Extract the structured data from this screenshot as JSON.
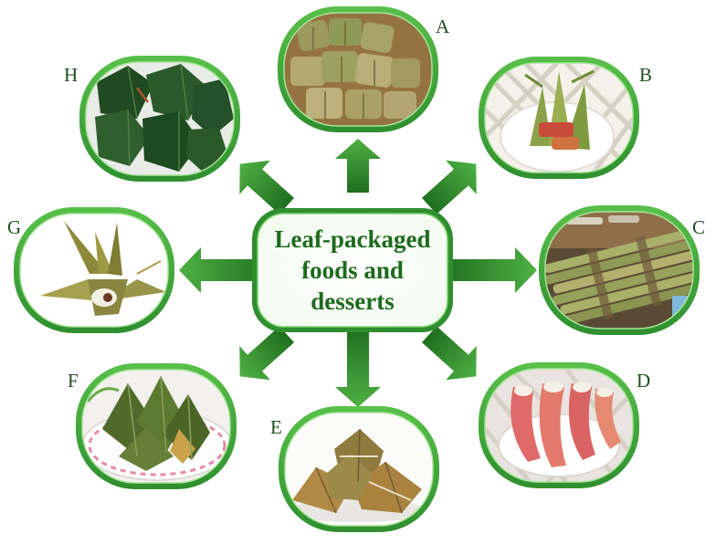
{
  "center": {
    "title_line1": "Leaf-packaged",
    "title_line2": "foods and",
    "title_line3": "desserts"
  },
  "colors": {
    "arrow_dark": "#1f6e1f",
    "arrow_light": "#4fb043",
    "frame_outer": "#2f8f2f",
    "frame_inner": "#7fd46f",
    "text": "#1d6a1d"
  },
  "panels": [
    {
      "label": "A",
      "icon": "square-leaf-parcels-in-basket-icon"
    },
    {
      "label": "B",
      "icon": "tall-leaf-cones-in-bowl-icon"
    },
    {
      "label": "C",
      "icon": "bundled-leaf-sticks-icon"
    },
    {
      "label": "D",
      "icon": "red-leaf-cups-icon"
    },
    {
      "label": "E",
      "icon": "pyramid-leaf-dumplings-icon"
    },
    {
      "label": "F",
      "icon": "folded-leaf-pyramids-on-plate-icon"
    },
    {
      "label": "G",
      "icon": "star-leaf-wrap-icon"
    },
    {
      "label": "H",
      "icon": "dark-leaf-parcels-icon"
    }
  ]
}
